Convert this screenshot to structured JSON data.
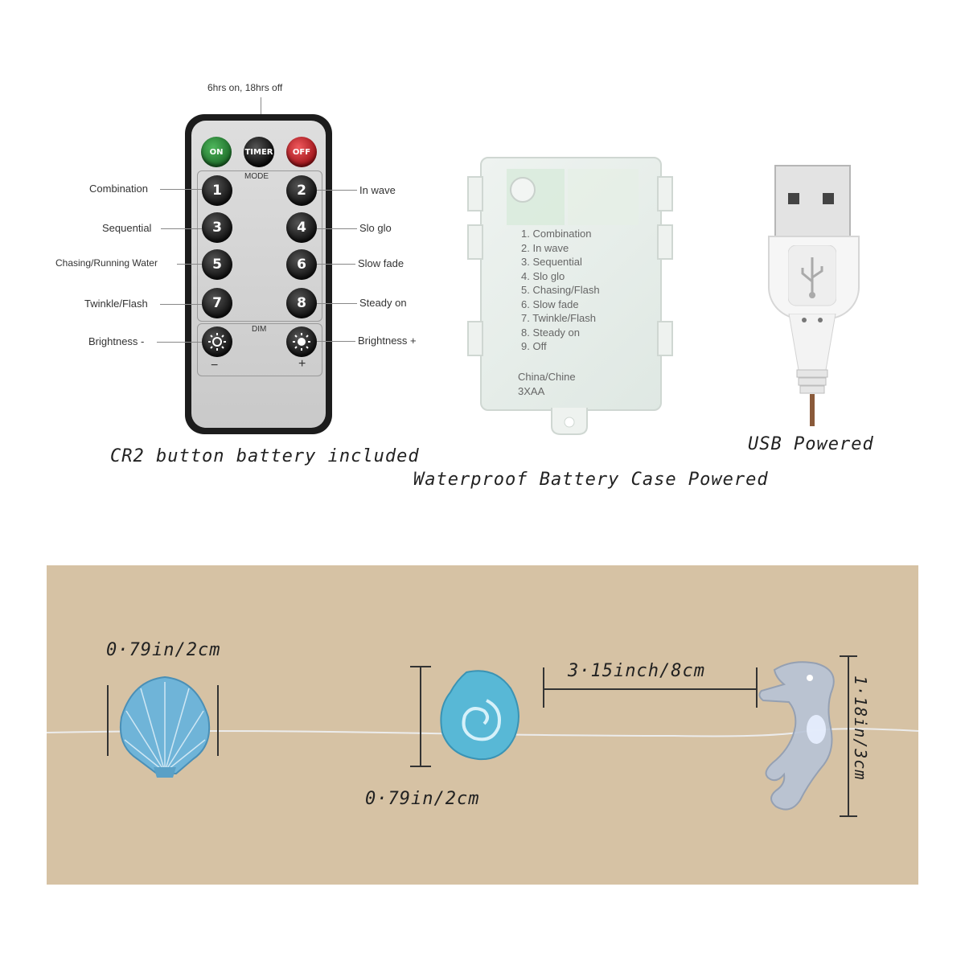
{
  "remote": {
    "timer_note": "6hrs on, 18hrs off",
    "on_label": "ON",
    "timer_label": "TIMER",
    "off_label": "OFF",
    "mode_label": "MODE",
    "dim_label": "DIM",
    "minus_label": "−",
    "plus_label": "+",
    "buttons": [
      "1",
      "2",
      "3",
      "4",
      "5",
      "6",
      "7",
      "8"
    ],
    "left_labels": [
      "Combination",
      "Sequential",
      "Chasing/Running Water",
      "Twinkle/Flash",
      "Brightness -"
    ],
    "right_labels": [
      "In wave",
      "Slo glo",
      "Slow fade",
      "Steady on",
      "Brightness +"
    ],
    "colors": {
      "on": "#2e8b3e",
      "timer": "#111111",
      "off": "#c9262b"
    }
  },
  "battery_case": {
    "modes": [
      "1. Combination",
      "2. In wave",
      "3. Sequential",
      "4. Slo glo",
      "5. Chasing/Flash",
      "6. Slow fade",
      "7. Twinkle/Flash",
      "8. Steady on",
      "9. Off"
    ],
    "origin": "China/Chine",
    "battery": "3XAA"
  },
  "captions": {
    "remote": "CR2 button battery included",
    "case": "Waterproof Battery Case Powered",
    "usb": "USB Powered"
  },
  "dimensions": {
    "shell_width": "0·79in/2cm",
    "conch_height": "0·79in/2cm",
    "spacing": "3·15inch/8cm",
    "seahorse_height": "1·18in/3cm"
  },
  "colors": {
    "panel_bg": "#d6c2a4",
    "shell_blue": "#6fb4d8"
  }
}
